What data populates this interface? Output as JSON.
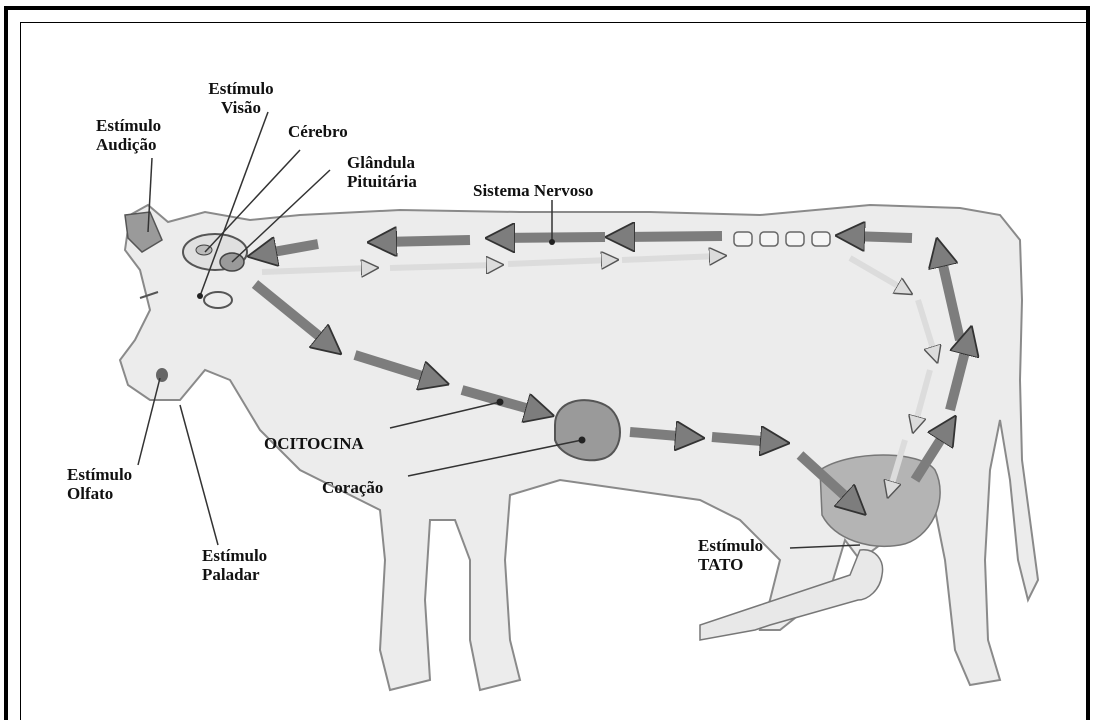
{
  "labels": {
    "audicao": [
      "Estímulo",
      "Audição"
    ],
    "visao": [
      "Estímulo",
      "Visão"
    ],
    "cerebro": "Cérebro",
    "pituitaria": [
      "Glândula",
      "Pituitária"
    ],
    "sistema_nervoso": "Sistema Nervoso",
    "olfato": [
      "Estímulo",
      "Olfato"
    ],
    "paladar": [
      "Estímulo",
      "Paladar"
    ],
    "ocitocina": "OCITOCINA",
    "coracao": "Coração",
    "tato": [
      "Estímulo",
      "TATO"
    ]
  },
  "colors": {
    "frame": "#000000",
    "body_fill": "#ececec",
    "body_stroke": "#8a8a8a",
    "arrow_dark": "#7d7d7d",
    "arrow_light": "#d8d8d8",
    "organ_fill": "#9a9a9a"
  }
}
